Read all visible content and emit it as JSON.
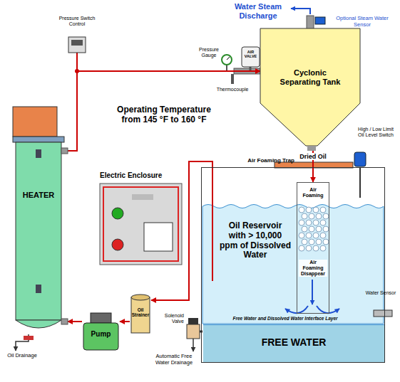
{
  "diagram": {
    "nodes": [
      {
        "text": [
          "Electric Enclosure"
        ]
      },
      {
        "text": [
          "HEATER"
        ]
      },
      {
        "text": [
          "Cyclonic Separating Tank"
        ]
      },
      {
        "text": [
          "Oil Reservoir with > 10,000 ppm of Dissolved Water"
        ]
      },
      {
        "text": [
          "Air Foaming Trap",
          "Air Foaming",
          "Air Foaming Disappear"
        ],
        "in": 3
      },
      {
        "text": [
          "FREE WATER"
        ],
        "in": 3
      },
      {
        "text": [
          "Oil Strainer"
        ]
      },
      {
        "text": [
          "Pump"
        ]
      }
    ],
    "edges": [
      {
        "from": 3,
        "to": 6,
        "arrow": "to"
      },
      {
        "from": 6,
        "to": 7,
        "arrow": "to"
      },
      {
        "from": 7,
        "to": 1,
        "arrow": "to"
      },
      {
        "from": 1,
        "to": 2,
        "arrow": "to"
      },
      {
        "from": 2,
        "to": 4,
        "label": "Dried Oil",
        "arrow": "to"
      }
    ],
    "labels": [
      "Water Steam Discharge",
      "Optional Steam Water Sensor",
      "Pressure Switch Control",
      "Pressure Gauge",
      "AIR VALVE",
      "Thermocouple",
      "Operating Temperature from 145 °F to 160 °F",
      "High / Low Limit Oil Level Switch",
      "Free Water and Dissolved Water Interface Layer",
      "Water Sensor",
      "Solenoid Valve",
      "Automatic Free Water Drainage",
      "Oil Drainage"
    ]
  }
}
